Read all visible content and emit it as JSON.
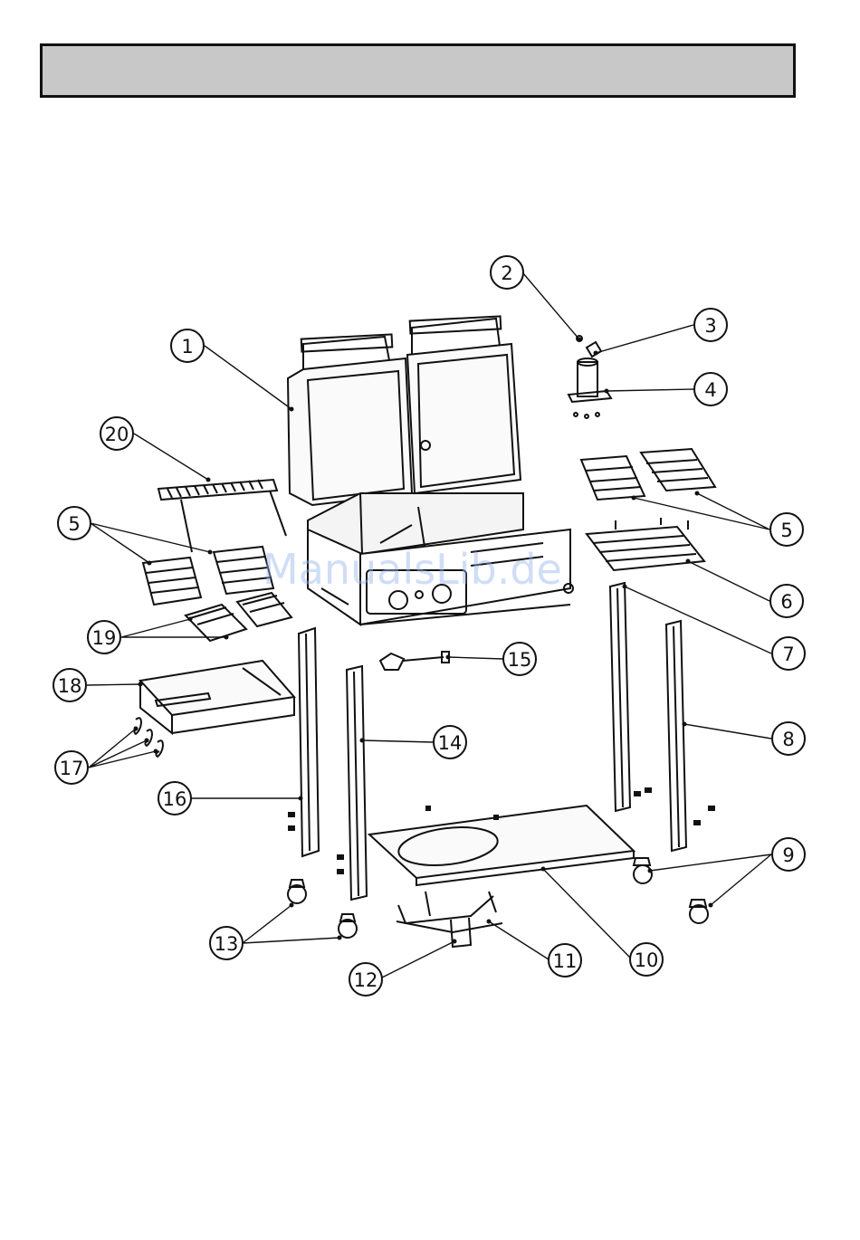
{
  "diagram": {
    "callouts": [
      "1",
      "2",
      "3",
      "4",
      "5",
      "5",
      "6",
      "7",
      "8",
      "9",
      "10",
      "11",
      "12",
      "13",
      "14",
      "15",
      "16",
      "17",
      "18",
      "19",
      "20"
    ]
  },
  "watermark": "ManualsLib.de",
  "colors": {
    "header_fill": "#c8c8c8",
    "line": "#111111",
    "watermark": "#96b4eb"
  }
}
